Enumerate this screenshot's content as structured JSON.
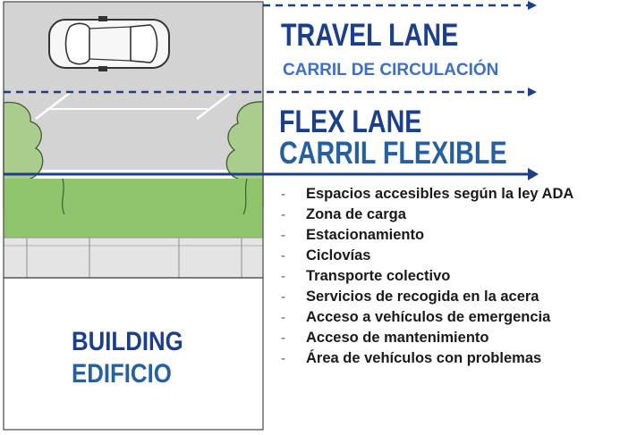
{
  "lanes": {
    "travel": {
      "title": "TRAVEL LANE",
      "subtitle": "CARRIL DE CIRCULACIÓN"
    },
    "flex": {
      "title": "FLEX LANE",
      "subtitle": "CARRIL FLEXIBLE"
    }
  },
  "building": {
    "line1": "BUILDING",
    "line2": "EDIFICIO"
  },
  "flex_uses": [
    "Espacios accesibles según la ley ADA",
    "Zona de carga",
    "Estacionamiento",
    "Ciclovías",
    "Transporte colectivo",
    "Servicios de recogida en la acera",
    "Acceso a vehículos de emergencia",
    "Acceso de mantenimiento",
    "Área de vehículos con problemas"
  ],
  "bullet_char": "-",
  "icons": [
    "car-icon",
    "tree-icon",
    "arrow-right-icon"
  ],
  "colors": {
    "road": "#d3d3d3",
    "grass": "#8fc46c",
    "tree": "#aacd8e",
    "sidewalk": "#e4e4e4",
    "navy": "#1b3f8a",
    "blue": "#3f6fc2",
    "teal_blue": "#27609e",
    "building": "#ffffff"
  }
}
